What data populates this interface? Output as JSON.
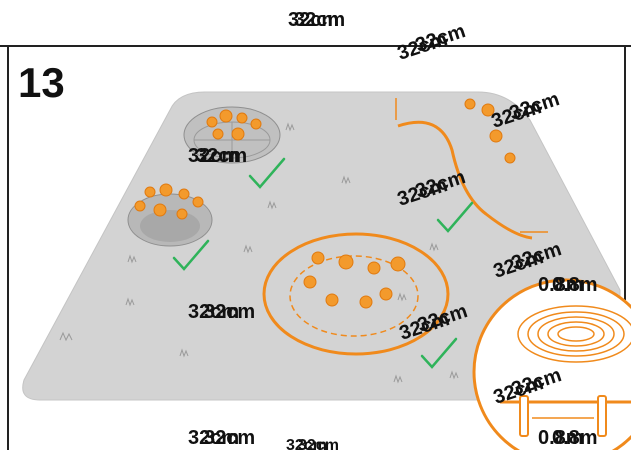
{
  "step_number": "13",
  "measure_label": "32cm",
  "overlay_label": "32cm",
  "distance_label": "0.8m",
  "colors": {
    "lawn": "#d3d3d3",
    "lawn_edge": "#bfbfbf",
    "boundary_wire": "#f08a1c",
    "flower": "#f39a2c",
    "check": "#2fb35a",
    "frame": "#222222"
  },
  "icons": {
    "approval": "check-icon",
    "flower_bed": "flower-icon",
    "wire_coil": "coil-icon",
    "peg": "peg-icon"
  },
  "labels": {
    "top": [
      "32cm",
      "32cm"
    ],
    "top_right_diag": [
      "32cm",
      "32cm"
    ],
    "right_diag": [
      "32cm",
      "32cm"
    ],
    "left_bed": [
      "32cm",
      "32cm"
    ],
    "middle_right_diag": [
      "32cm",
      "32cm"
    ],
    "lower_right_diag": [
      "32cm",
      "32cm"
    ],
    "distance_upper": [
      "0.8m",
      "0.8m"
    ],
    "center_bed": [
      "32cm",
      "32cm"
    ],
    "center_diag": [
      "32cm",
      "32cm"
    ],
    "coil_diag": [
      "32cm",
      "32cm"
    ],
    "distance_lower": [
      "0.8m",
      "0.8m"
    ],
    "bottom_left": [
      "32cm",
      "32cm"
    ],
    "bottom_right": [
      "32cm",
      "32cm"
    ]
  }
}
